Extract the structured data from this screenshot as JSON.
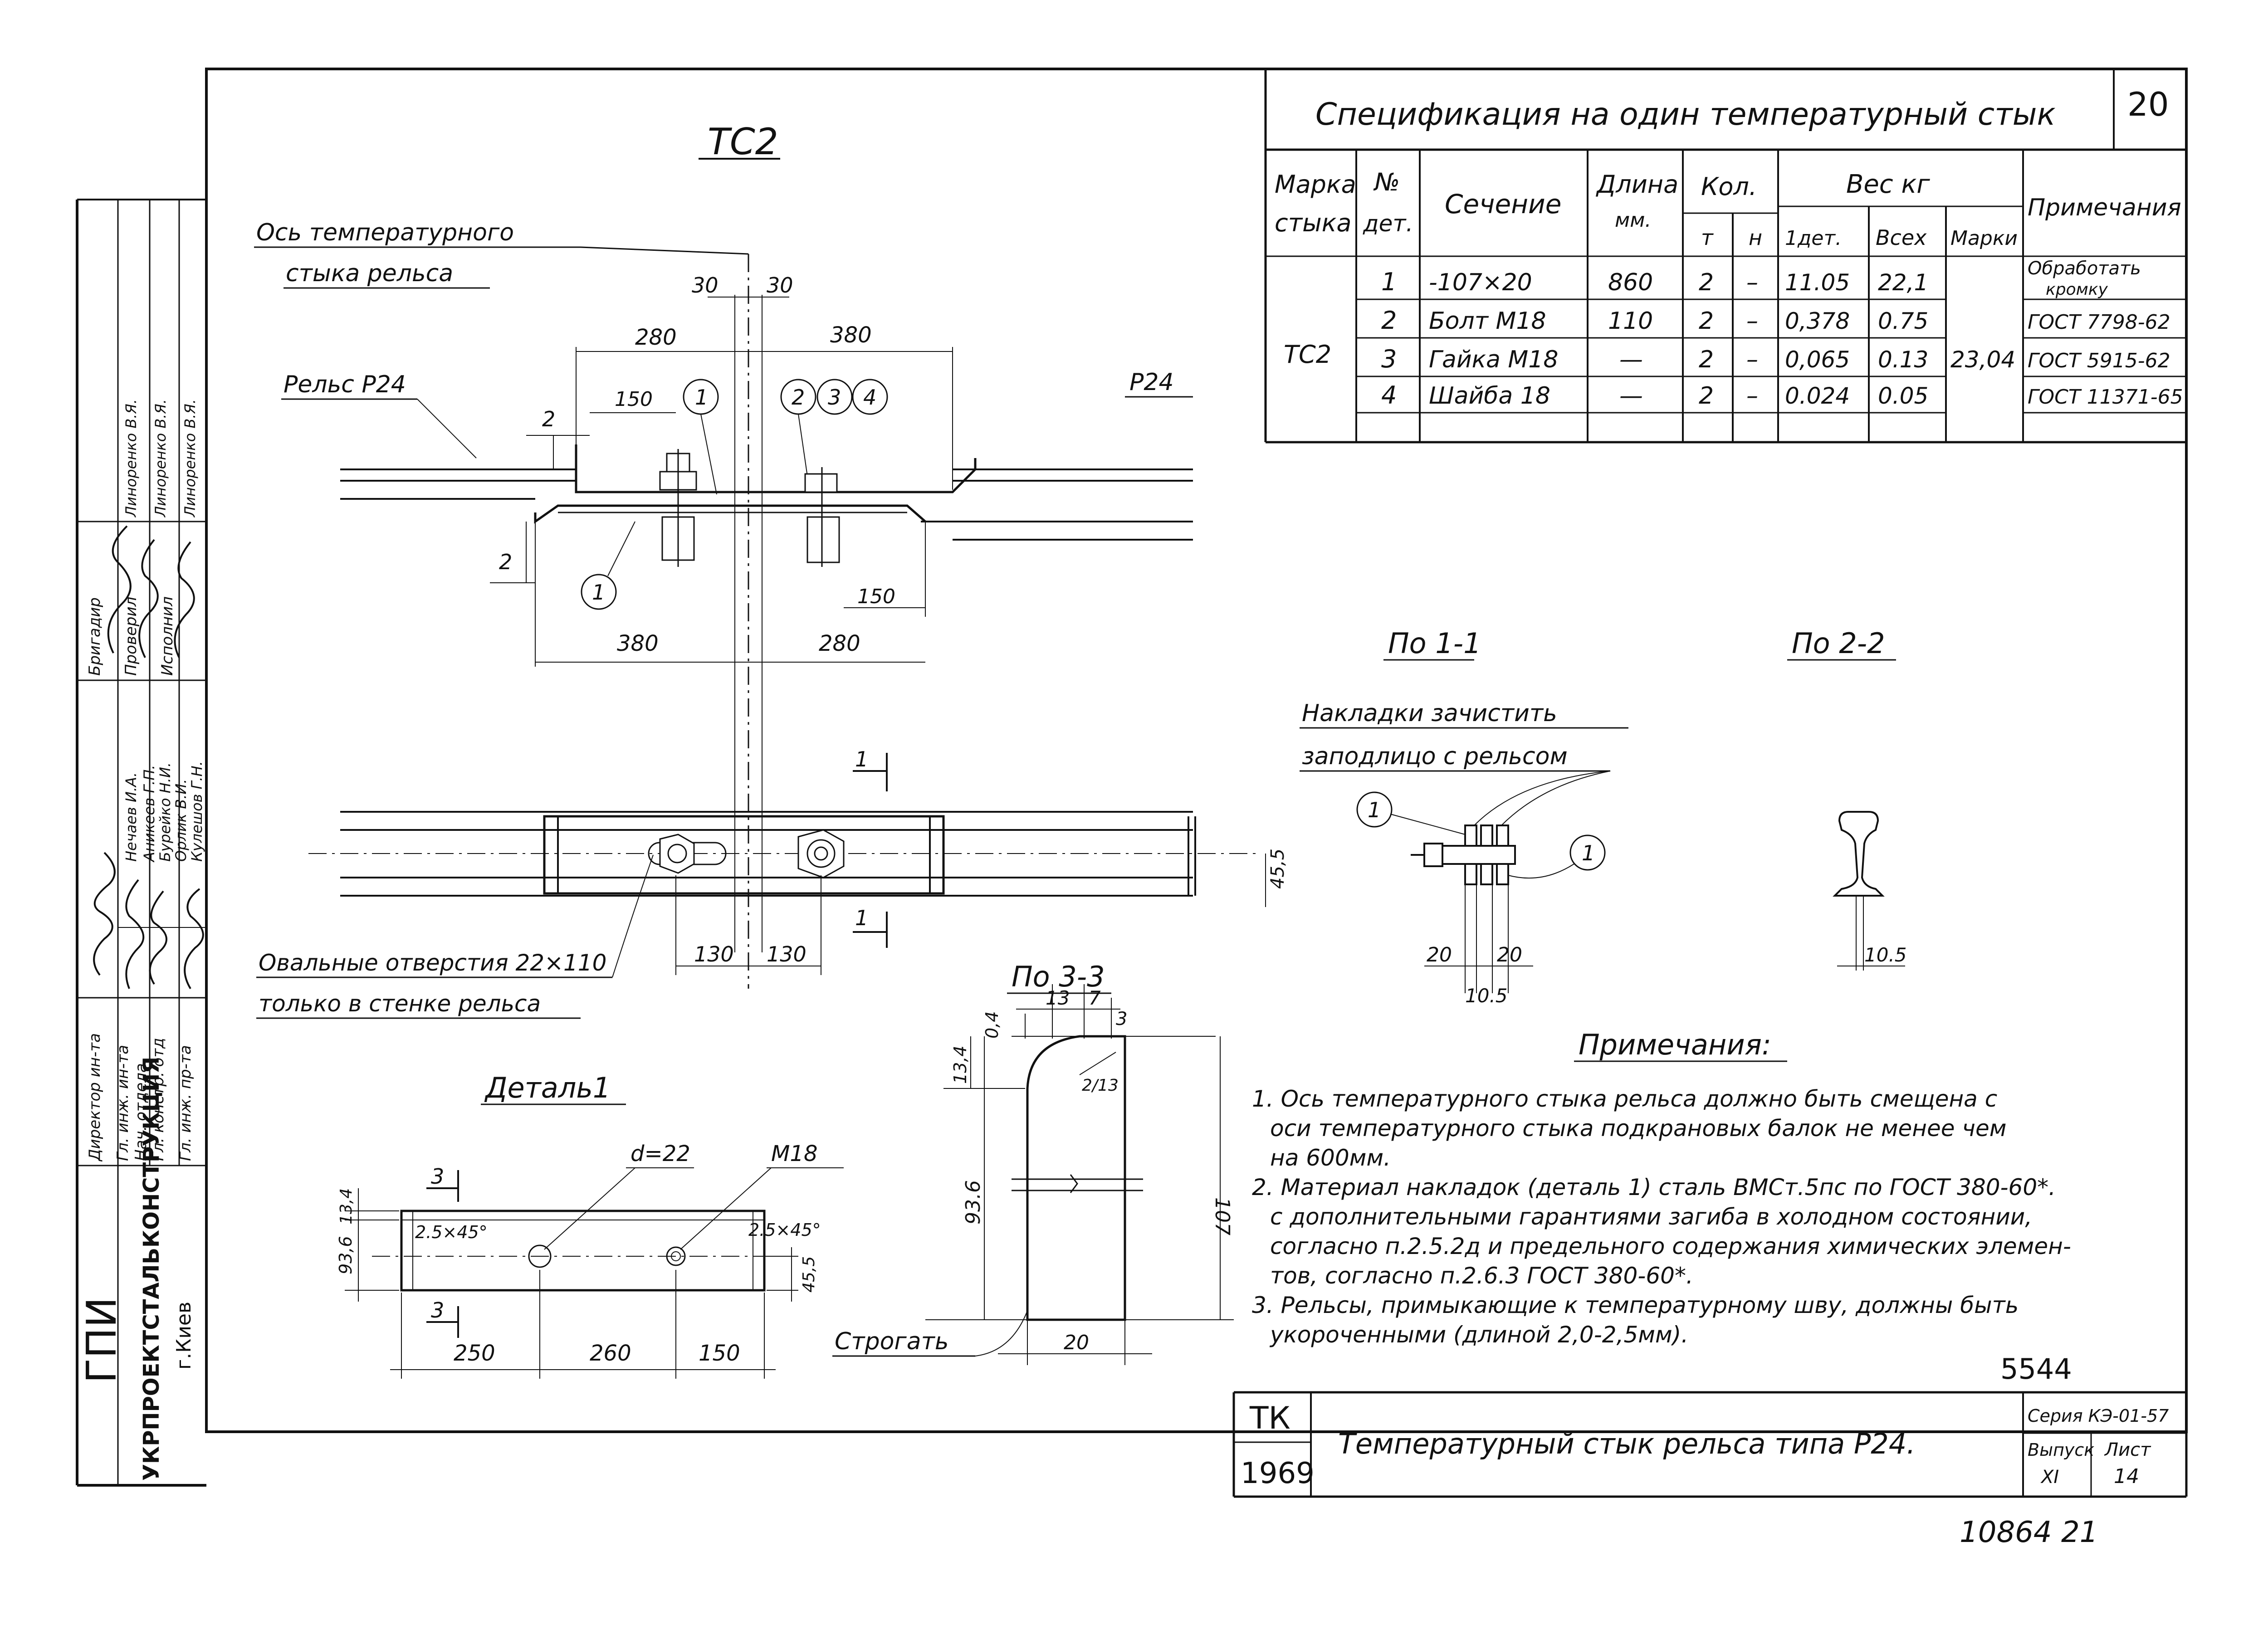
{
  "spec": {
    "title": "Спецификация на один температурный стык",
    "page_number": "20",
    "headers": {
      "mark": [
        "Марка",
        "стыка"
      ],
      "num": [
        "№",
        "дет."
      ],
      "section": "Сечение",
      "length": [
        "Длина",
        "мм."
      ],
      "qty": "Кол.",
      "qty_t": "т",
      "qty_n": "н",
      "weight": "Вес  кг",
      "w_one": "1дет.",
      "w_all": "Всех",
      "w_mark": "Марки",
      "notes": "Примечания"
    },
    "mark": "ТС2",
    "mark_weight": "23,04",
    "rows": [
      {
        "num": "1",
        "section": "-107×20",
        "length": "860",
        "t": "2",
        "n": "–",
        "one": "11.05",
        "all": "22,1",
        "note": "Обработать кромку"
      },
      {
        "num": "2",
        "section": "Болт М18",
        "length": "110",
        "t": "2",
        "n": "–",
        "one": "0,378",
        "all": "0.75",
        "note": "ГОСТ 7798-62"
      },
      {
        "num": "3",
        "section": "Гайка М18",
        "length": "—",
        "t": "2",
        "n": "–",
        "one": "0,065",
        "all": "0.13",
        "note": "ГОСТ 5915-62"
      },
      {
        "num": "4",
        "section": "Шайба 18",
        "length": "—",
        "t": "2",
        "n": "–",
        "one": "0.024",
        "all": "0.05",
        "note": "ГОСТ 11371-65"
      }
    ]
  },
  "tc2": {
    "title": "ТС2",
    "axis_label_1": "Ось температурного",
    "axis_label_2": "стыка рельса",
    "rail_left": "Рельс Р24",
    "rail_right": "Р24",
    "dims": {
      "d30a": "30",
      "d30b": "30",
      "d280": "280",
      "d380": "380",
      "d150": "150",
      "d2a": "2",
      "d2b": "2",
      "d150b": "150",
      "d380b": "380",
      "d280b": "280",
      "d130a": "130",
      "d130b": "130",
      "d45": "45,5"
    },
    "callouts": [
      "1",
      "2",
      "3",
      "4",
      "1"
    ],
    "section_1": "1",
    "oval_label_1": "Овальные отверстия 22×110",
    "oval_label_2": "только в стенке рельса"
  },
  "section11": {
    "title": "По 1-1",
    "note_1": "Накладки зачистить",
    "note_2": "заподлицо с рельсом",
    "callout": "1",
    "d20a": "20",
    "d20b": "20",
    "d105": "10.5"
  },
  "section22": {
    "title": "По 2-2",
    "d105": "10.5"
  },
  "section33": {
    "title": "По 3-3",
    "d13": "13",
    "d7": "7",
    "d04": "0,4",
    "d134": "13,4",
    "r3": "3",
    "r213": "2/13",
    "d936": "93.6",
    "d107": "107",
    "d20": "20",
    "plane_label": "Строгать"
  },
  "detail1": {
    "title": "Деталь1",
    "hole": "d=22",
    "bolt": "М18",
    "chamfer_left": "2.5×45°",
    "chamfer_right": "2.5×45°",
    "d134": "13,4",
    "d936": "93,6",
    "d455": "45,5",
    "d250": "250",
    "d260": "260",
    "d150": "150",
    "sec3": "3"
  },
  "notes": {
    "title": "Примечания:",
    "lines": [
      "1. Ось температурного стыка рельса должно быть смещена с",
      "оси температурного стыка подкрановых балок не менее чем",
      "на 600мм.",
      "2. Материал   накладок  (деталь 1) сталь ВМСт.5пс по ГОСТ 380-60*.",
      "с дополнительными гарантиями загиба в холодном состоянии,",
      "согласно п.2.5.2д и предельного содержания химических элемен-",
      "тов, согласно п.2.6.3  ГОСТ 380-60*.",
      "3. Рельсы, примыкающие к температурному шву, должны быть",
      "укороченными (длиной 2,0-2,5мм)."
    ]
  },
  "title_block": {
    "tk": "ТК",
    "year": "1969",
    "title": "Температурный стык рельса типа Р24.",
    "series": "Серия КЭ-01-57",
    "issue_label": "Выпуск",
    "issue": "XI",
    "sheet_label": "Лист",
    "sheet": "14",
    "number": "5544"
  },
  "stamp": {
    "org1": "ГПИ",
    "org2": "УКРПРОЕКТСТАЛЬКОНСТРУКЦИЯ",
    "city": "г.Киев",
    "roles": [
      "Директор ин-та",
      "Гл. инж. ин-та",
      "Нач. отдела",
      "Гл. констр. отд",
      "Гл. инж. пр-та",
      "Бригадир",
      "Проверил",
      "Исполнил"
    ],
    "names": [
      "Нечаев И.А.",
      "Аникеев Г.П.",
      "Бурейко Н.И.",
      "Орлик В.И.",
      "Кулешов Г.Н.",
      "Линоренко В.Я.",
      "Линоренко В.Я.",
      "Линоренко В.Я."
    ]
  },
  "footer": "10864   21"
}
